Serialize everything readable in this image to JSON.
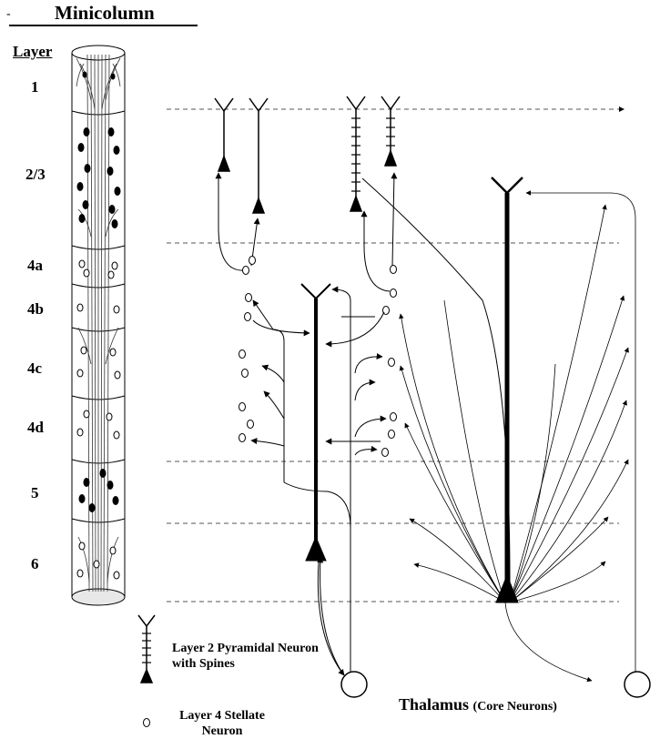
{
  "title": "Minicolumn",
  "dot": "-",
  "layer_heading": "Layer",
  "layers": [
    "1",
    "2/3",
    "4a",
    "4b",
    "4c",
    "4d",
    "5",
    "6"
  ],
  "legend": {
    "pyramidal_label": "Layer 2 Pyramidal Neuron with Spines",
    "stellate_label": "Layer 4 Stellate Neuron"
  },
  "thalamus": {
    "main": "Thalamus",
    "sub": "(Core Neurons)"
  }
}
